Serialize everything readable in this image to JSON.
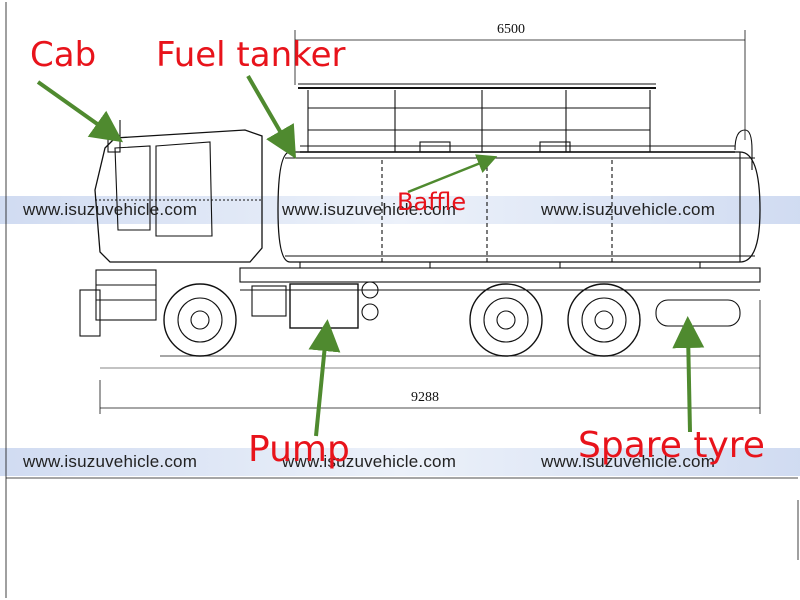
{
  "labels": {
    "cab": "Cab",
    "fuel_tanker": "Fuel tanker",
    "baffle": "Baffle",
    "pump": "Pump",
    "spare_tyre": "Spare tyre"
  },
  "dimensions": {
    "tank_length": "6500",
    "overall_length": "9288"
  },
  "watermark": {
    "text": "www.isuzuvehicle.com"
  },
  "colors": {
    "label_text": "#e8131b",
    "arrow": "#4f8a2f",
    "drawing_line": "#111111",
    "watermark_band": "#b4c6ea"
  }
}
